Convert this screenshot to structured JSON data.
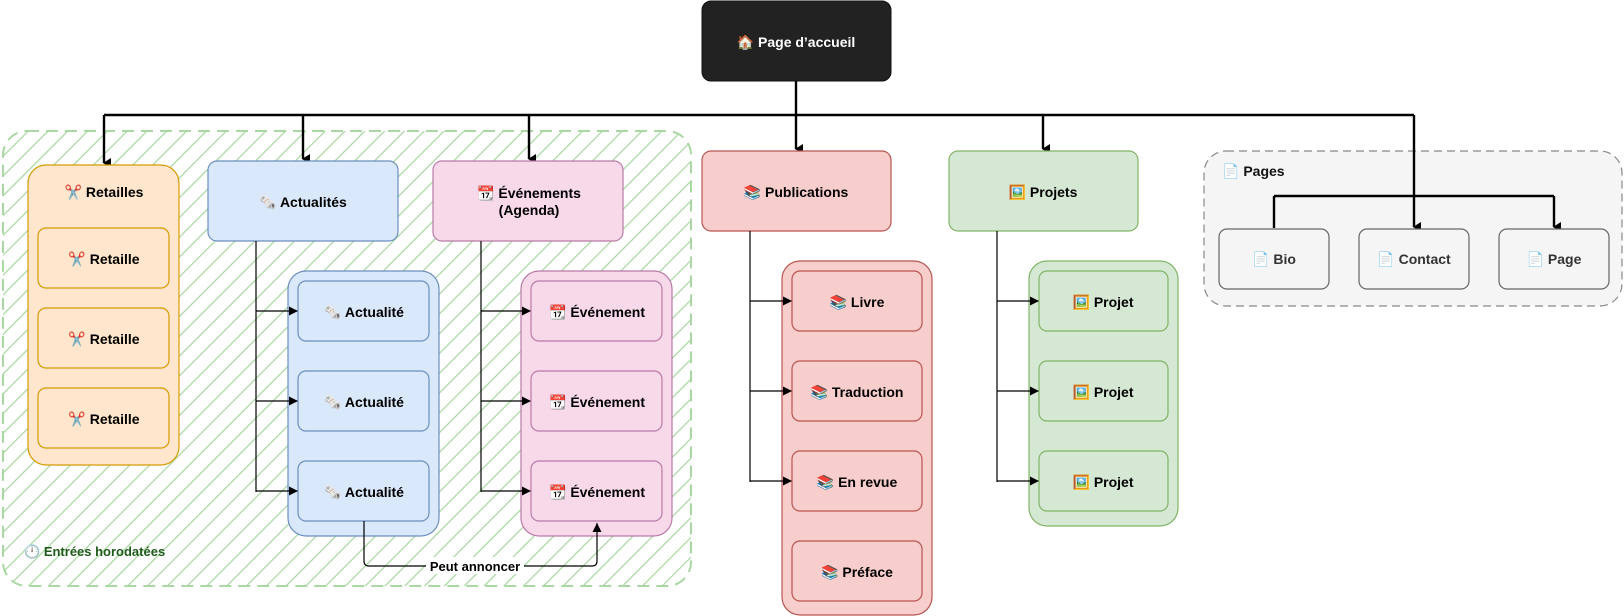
{
  "home": {
    "icon": "🏠",
    "label": "Page d’accueil"
  },
  "timestamped_zone": {
    "icon": "🕛",
    "label": "Entrées horodatées"
  },
  "retailles": {
    "icon": "✂️",
    "label": "Retailles",
    "items": [
      {
        "icon": "✂️",
        "label": "Retaille"
      },
      {
        "icon": "✂️",
        "label": "Retaille"
      },
      {
        "icon": "✂️",
        "label": "Retaille"
      }
    ]
  },
  "actualites": {
    "icon": "🗞️",
    "label": "Actualités",
    "items": [
      {
        "icon": "🗞️",
        "label": "Actualité"
      },
      {
        "icon": "🗞️",
        "label": "Actualité"
      },
      {
        "icon": "🗞️",
        "label": "Actualité"
      }
    ]
  },
  "evenements": {
    "icon": "📆",
    "label_line1": "Événements",
    "label_line2": "(Agenda)",
    "items": [
      {
        "icon": "📆",
        "label": "Événement"
      },
      {
        "icon": "📆",
        "label": "Événement"
      },
      {
        "icon": "📆",
        "label": "Événement"
      }
    ]
  },
  "announce_edge": {
    "label": "Peut annoncer"
  },
  "publications": {
    "icon": "📚",
    "label": "Publications",
    "items": [
      {
        "icon": "📚",
        "label": "Livre"
      },
      {
        "icon": "📚",
        "label": "Traduction"
      },
      {
        "icon": "📚",
        "label": "En revue"
      },
      {
        "icon": "📚",
        "label": "Préface"
      }
    ]
  },
  "projets": {
    "icon": "🖼️",
    "label": "Projets",
    "items": [
      {
        "icon": "🖼️",
        "label": "Projet"
      },
      {
        "icon": "🖼️",
        "label": "Projet"
      },
      {
        "icon": "🖼️",
        "label": "Projet"
      }
    ]
  },
  "pages": {
    "icon": "📄",
    "label": "Pages",
    "items": [
      {
        "icon": "📄",
        "label": "Bio"
      },
      {
        "icon": "📄",
        "label": "Contact"
      },
      {
        "icon": "📄",
        "label": "Page"
      }
    ]
  },
  "colors": {
    "home_fill": "#222222",
    "retailles_fill": "#ffe6cc",
    "retailles_stroke": "#d79b00",
    "actualites_fill": "#dae8fc",
    "actualites_stroke": "#6c8ebf",
    "evenements_fill": "#f8d9ea",
    "evenements_stroke": "#b97aa6",
    "publications_fill": "#f8cecc",
    "publications_stroke": "#b85450",
    "projets_fill": "#d5e8d4",
    "projets_stroke": "#82b366",
    "pages_fill": "#f5f5f5",
    "pages_stroke": "#666666",
    "hatch": "#a9d8a2",
    "zone_text": "#1e5a1a"
  }
}
